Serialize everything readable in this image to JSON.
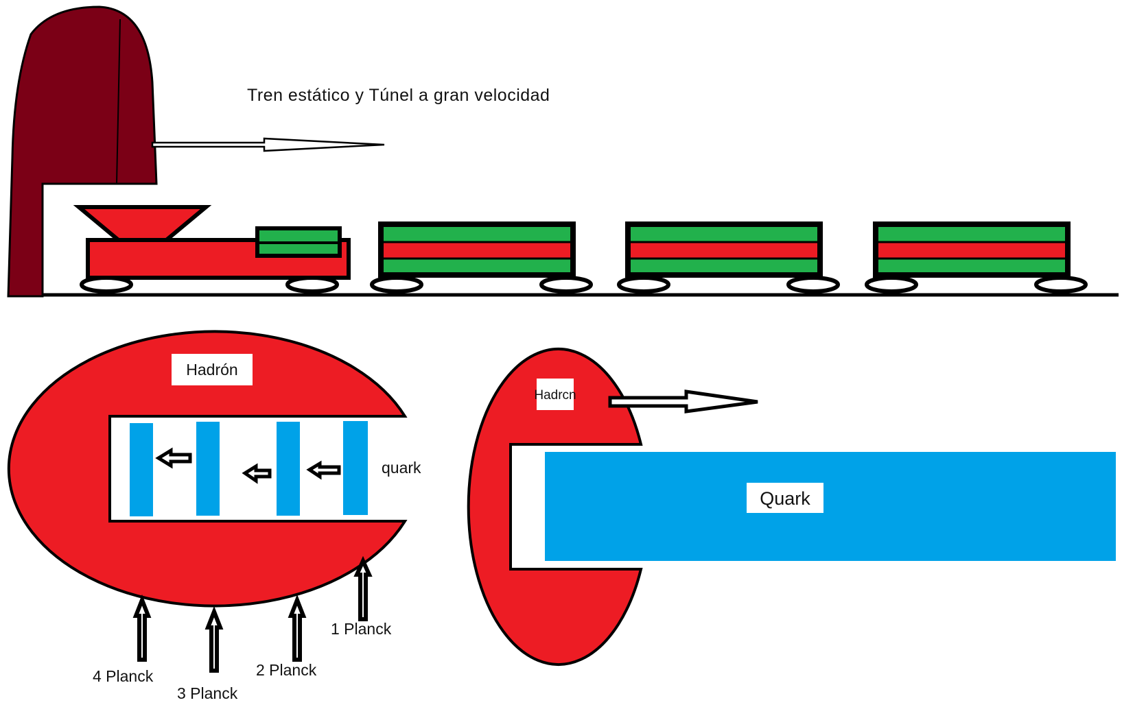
{
  "title": "Tren estático y Túnel a gran velocidad",
  "labels": {
    "hadron_left": "Hadrón",
    "hadron_right": "Hadrcn",
    "quark_small": "quark",
    "quark_large": "Quark",
    "planck_1": "1 Planck",
    "planck_2": "2 Planck",
    "planck_3": "3 Planck",
    "planck_4": "4 Planck"
  },
  "colors": {
    "tunnel": "#7b0016",
    "red": "#ed1c24",
    "green": "#22b14c",
    "blue": "#00a2e8",
    "black": "#000000"
  },
  "icons": {
    "arrow_right": "arrow-right-icon",
    "arrow_left": "arrow-left-icon",
    "arrow_up": "arrow-up-icon"
  }
}
